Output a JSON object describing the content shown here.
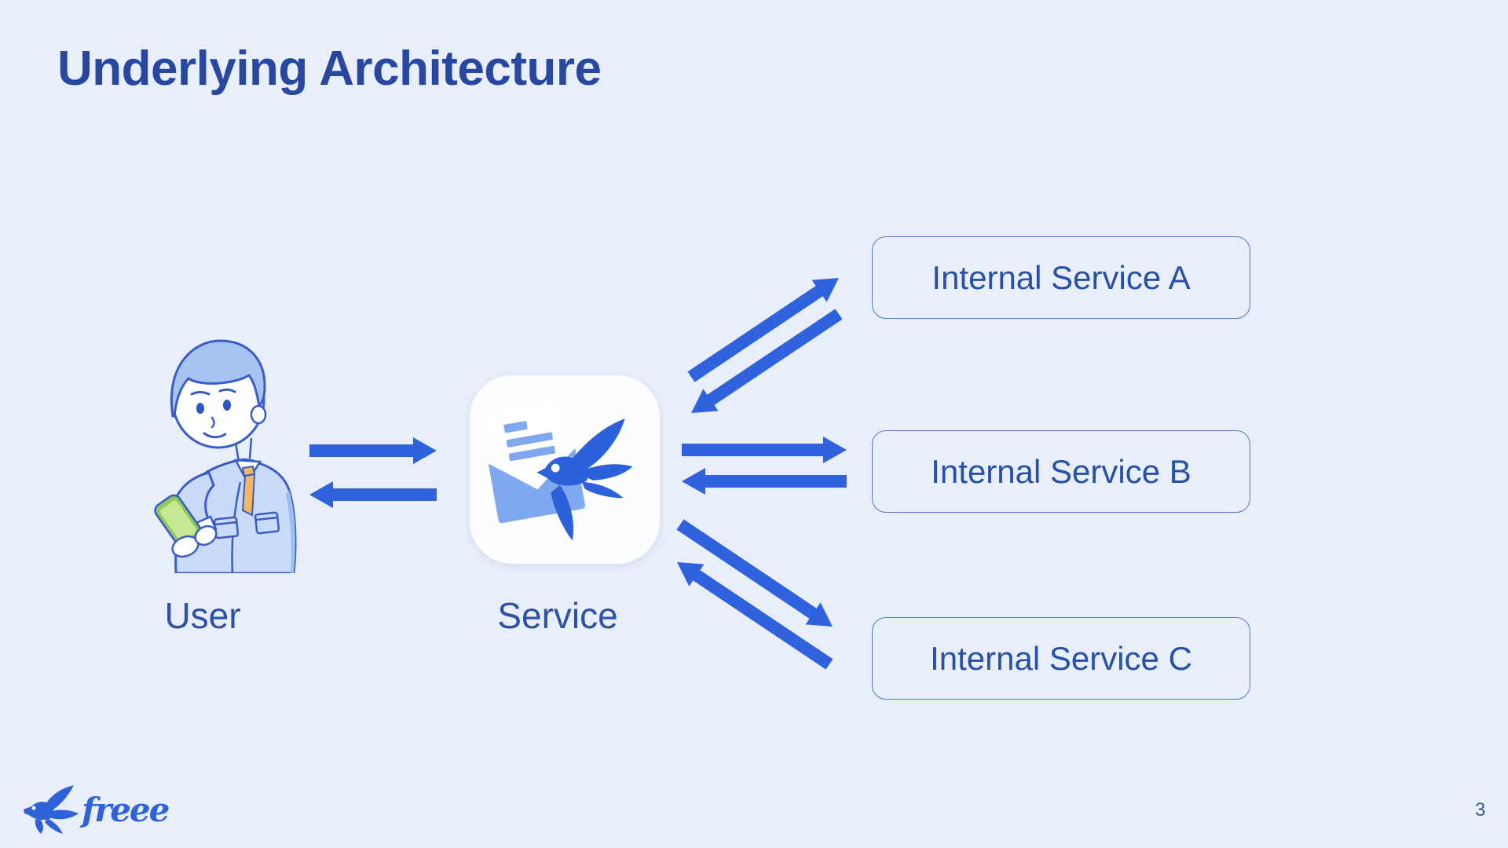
{
  "slide": {
    "title": "Underlying Architecture",
    "page_number": "3"
  },
  "diagram": {
    "user_label": "User",
    "service_label": "Service",
    "internal_services": [
      {
        "label": "Internal Service A"
      },
      {
        "label": "Internal Service B"
      },
      {
        "label": "Internal Service C"
      }
    ],
    "connections": [
      "User ↔ Service (bidirectional arrows)",
      "Service ↔ Internal Service A (bidirectional arrows)",
      "Service ↔ Internal Service B (bidirectional arrows)",
      "Service ↔ Internal Service C (bidirectional arrows)"
    ]
  },
  "branding": {
    "logo_text": "freee",
    "logo_icon": "swallow-icon"
  },
  "icons": {
    "user": "user-with-phone-illustration",
    "service": "swallow-envelope-icon"
  },
  "colors": {
    "background": "#E8EFFA",
    "title_text": "#2847A0",
    "label_text": "#2B51A8",
    "arrow_blue": "#2F62DC",
    "box_border": "#4C79CC",
    "service_box_bg": "#FDFEFF",
    "envelope_blue": "#7FA8EF",
    "bird_blue": "#2B61DB",
    "logo_blue": "#2F62D8",
    "jacket_blue": "#C9DBF8",
    "hair_blue": "#A6C3F2",
    "tie_orange": "#F3B75F",
    "phone_green": "#8FC75A"
  }
}
